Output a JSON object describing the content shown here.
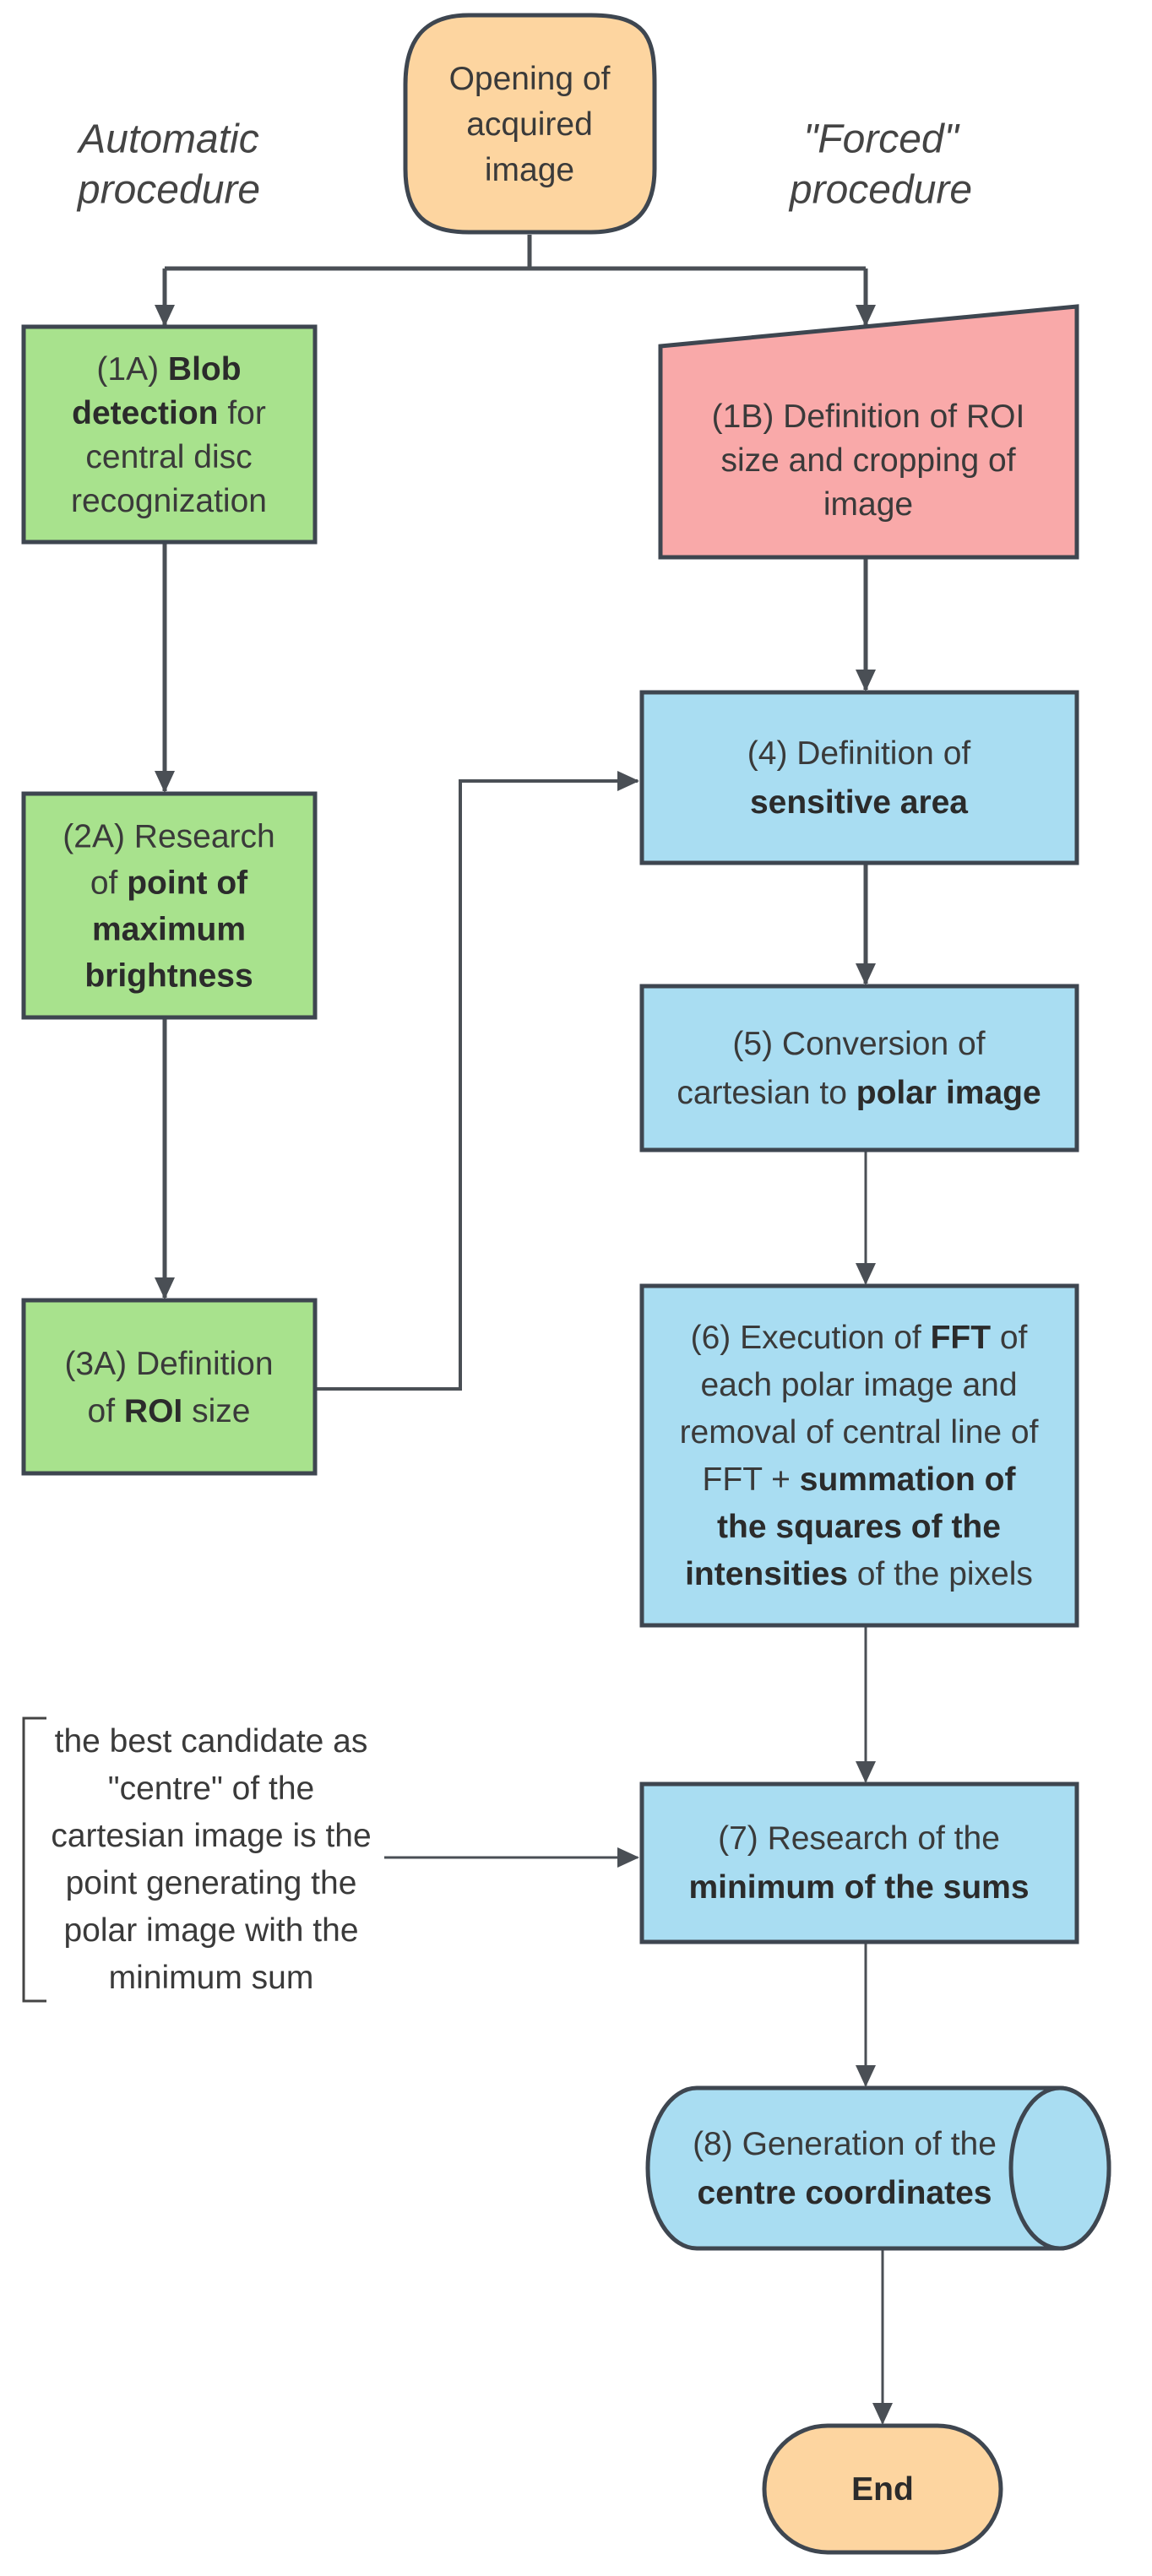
{
  "lanes": {
    "automatic": [
      "Automatic",
      "procedure"
    ],
    "forced": [
      "\"Forced\"",
      "procedure"
    ]
  },
  "nodes": {
    "start": [
      [
        {
          "t": "Opening of"
        }
      ],
      [
        {
          "t": "acquired"
        }
      ],
      [
        {
          "t": "image"
        }
      ]
    ],
    "n1a": [
      [
        {
          "t": "(1A) "
        },
        {
          "t": "Blob",
          "b": true
        }
      ],
      [
        {
          "t": "detection",
          "b": true
        },
        {
          "t": " for"
        }
      ],
      [
        {
          "t": "central disc"
        }
      ],
      [
        {
          "t": "recognization"
        }
      ]
    ],
    "n1b": [
      [
        {
          "t": "(1B) Definition of ROI"
        }
      ],
      [
        {
          "t": "size and cropping of"
        }
      ],
      [
        {
          "t": "image"
        }
      ]
    ],
    "n2a": [
      [
        {
          "t": "(2A) Research"
        }
      ],
      [
        {
          "t": "of "
        },
        {
          "t": "point of",
          "b": true
        }
      ],
      [
        {
          "t": "maximum",
          "b": true
        }
      ],
      [
        {
          "t": "brightness",
          "b": true
        }
      ]
    ],
    "n3a": [
      [
        {
          "t": "(3A) Definition"
        }
      ],
      [
        {
          "t": "of "
        },
        {
          "t": "ROI",
          "b": true
        },
        {
          "t": " size"
        }
      ]
    ],
    "n4": [
      [
        {
          "t": "(4) Definition of"
        }
      ],
      [
        {
          "t": "sensitive area",
          "b": true
        }
      ]
    ],
    "n5": [
      [
        {
          "t": "(5) Conversion of"
        }
      ],
      [
        {
          "t": "cartesian to "
        },
        {
          "t": "polar image",
          "b": true
        }
      ]
    ],
    "n6": [
      [
        {
          "t": "(6) Execution of "
        },
        {
          "t": "FFT",
          "b": true
        },
        {
          "t": " of"
        }
      ],
      [
        {
          "t": "each polar image and"
        }
      ],
      [
        {
          "t": "removal of central line of"
        }
      ],
      [
        {
          "t": "FFT + "
        },
        {
          "t": "summation of",
          "b": true
        }
      ],
      [
        {
          "t": "the squares of the",
          "b": true
        }
      ],
      [
        {
          "t": "intensities",
          "b": true
        },
        {
          "t": " of the pixels"
        }
      ]
    ],
    "n7": [
      [
        {
          "t": "(7) Research of the"
        }
      ],
      [
        {
          "t": "minimum of the sums",
          "b": true
        }
      ]
    ],
    "n8": [
      [
        {
          "t": "(8) Generation of the"
        }
      ],
      [
        {
          "t": "centre coordinates",
          "b": true
        }
      ]
    ],
    "end": [
      [
        {
          "t": "End",
          "b": true
        }
      ]
    ]
  },
  "annotation": [
    [
      {
        "t": "the best candidate as"
      }
    ],
    [
      {
        "t": "\"centre\" of the"
      }
    ],
    [
      {
        "t": "cartesian image is the"
      }
    ],
    [
      {
        "t": "point generating the"
      }
    ],
    [
      {
        "t": "polar image with the"
      }
    ],
    [
      {
        "t": "minimum sum"
      }
    ]
  ],
  "colors": {
    "terminal_fill": "#FDD5A0",
    "auto_fill": "#A8E28D",
    "forced_fill": "#F9A9A9",
    "process_fill": "#A9DDF2",
    "border": "#3E4650",
    "edge": "#4A4F55"
  }
}
